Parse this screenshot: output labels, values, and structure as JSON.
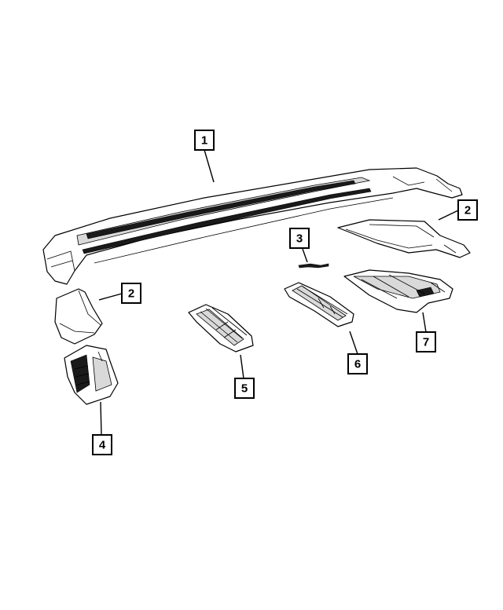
{
  "callouts": [
    {
      "id": "1",
      "label": "1"
    },
    {
      "id": "2a",
      "label": "2"
    },
    {
      "id": "2b",
      "label": "2"
    },
    {
      "id": "3",
      "label": "3"
    },
    {
      "id": "4",
      "label": "4"
    },
    {
      "id": "5",
      "label": "5"
    },
    {
      "id": "6",
      "label": "6"
    },
    {
      "id": "7",
      "label": "7"
    }
  ],
  "colors": {
    "line": "#000000",
    "background": "#ffffff",
    "shade": "#d9d9d9"
  }
}
